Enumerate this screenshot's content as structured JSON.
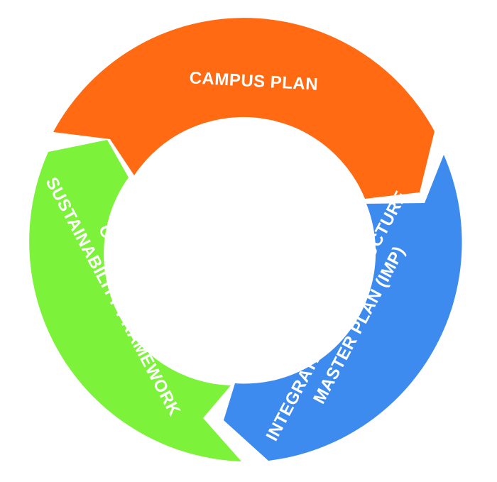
{
  "diagram": {
    "segments": [
      {
        "id": "campus-plan",
        "lines": [
          "CAMPUS PLAN"
        ],
        "color": "#FF6A13"
      },
      {
        "id": "imp",
        "lines": [
          "INTEGRATED INFRASTRUCTURE",
          "MASTER PLAN (IMP)"
        ],
        "color": "#3D8BEF"
      },
      {
        "id": "sustainability",
        "lines": [
          "CAMPUS PLAN",
          "SUSTAINABILITY FRAMEWORK"
        ],
        "color": "#7DF23A"
      }
    ]
  }
}
